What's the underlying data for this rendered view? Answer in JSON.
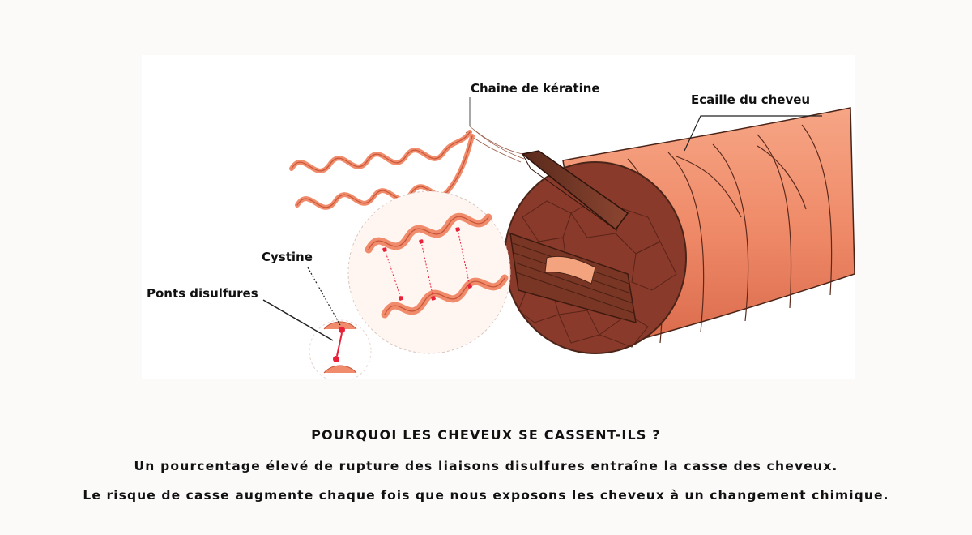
{
  "diagram": {
    "labels": {
      "keratin_chain": "Chaine de kératine",
      "hair_scale": "Ecaille du cheveu",
      "cystine": "Cystine",
      "disulfide_bridges": "Ponts disulfures"
    },
    "colors": {
      "fiber": "#f08c6c",
      "fiber_dark": "#c9573a",
      "outline": "#4a2418",
      "cortex": "#8a3a2a",
      "bond": "#e8203a"
    }
  },
  "caption": {
    "title": "POURQUOI LES CHEVEUX SE CASSENT-ILS ?",
    "line1": "Un pourcentage élevé de rupture des liaisons disulfures entraîne la casse des cheveux.",
    "line2": "Le risque de casse augmente chaque fois que nous exposons les cheveux à un changement chimique."
  }
}
